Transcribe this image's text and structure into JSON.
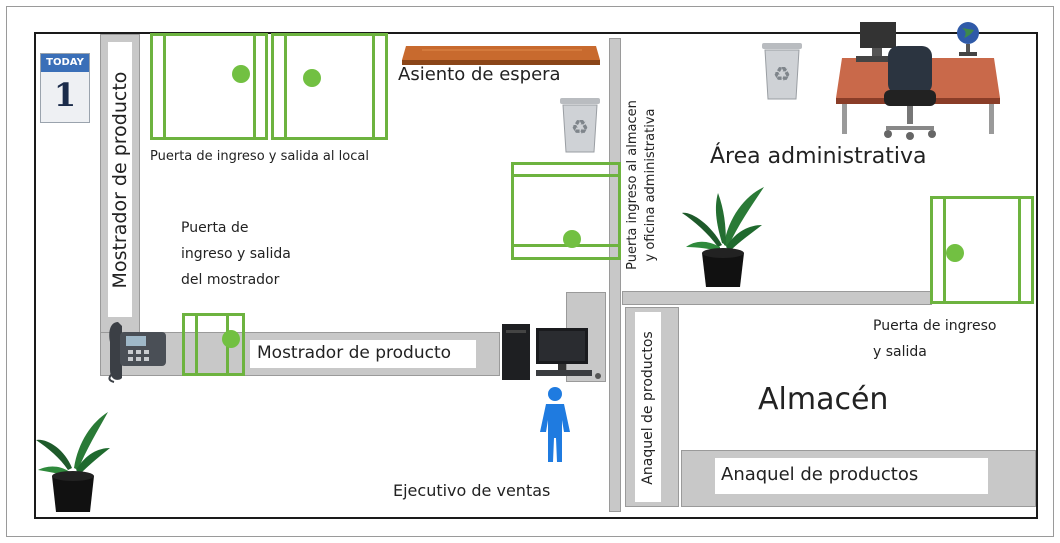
{
  "labels": {
    "mostrador_vertical": "Mostrador de producto",
    "puerta_local": "Puerta de ingreso y salida al local",
    "asiento": "Asiento de espera",
    "puerta_mostrador": [
      "Puerta de",
      "ingreso y salida",
      "del mostrador"
    ],
    "mostrador_horizontal": "Mostrador de producto",
    "puerta_almacen": [
      "Puerta ingreso al almacen",
      "y oficina administrativa"
    ],
    "area_admin": "Área administrativa",
    "puerta_io": [
      "Puerta de ingreso",
      "y salida"
    ],
    "almacen": "Almacén",
    "anaquel_vertical": "Anaquel de productos",
    "anaquel_horizontal": "Anaquel de productos",
    "ejecutivo": "Ejecutivo de ventas"
  },
  "calendar": {
    "header": "TODAY",
    "day": "1"
  },
  "icons": [
    "calendar-icon",
    "trash-bin-icon",
    "desk-icon",
    "office-chair-icon",
    "globe-icon",
    "potted-plant-icon",
    "telephone-icon",
    "computer-icon",
    "person-icon"
  ],
  "colors": {
    "door": "#6db33f",
    "wall": "#c8c8c8",
    "bench": "#c86a2e",
    "person": "#1f7be0"
  }
}
